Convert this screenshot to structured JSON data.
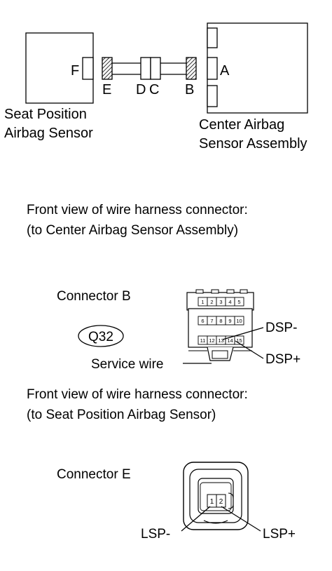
{
  "wiring": {
    "seat_sensor_label": [
      "Seat Position",
      "Airbag Sensor"
    ],
    "center_sensor_label": [
      "Center Airbag",
      "Sensor Assembly"
    ],
    "connector_letters": {
      "F": "F",
      "E": "E",
      "D": "D",
      "C": "C",
      "B": "B",
      "A": "A"
    }
  },
  "connector_b_section": {
    "caption": [
      "Front view of wire harness connector:",
      "(to Center Airbag Sensor Assembly)"
    ],
    "title": "Connector B",
    "code": "Q32",
    "pins_row1": [
      "1",
      "2",
      "3",
      "4",
      "5"
    ],
    "pins_row2": [
      "6",
      "7",
      "8",
      "9",
      "10"
    ],
    "pins_row3": [
      "11",
      "12",
      "13",
      "14",
      "15"
    ],
    "dsp_minus": "DSP-",
    "dsp_plus": "DSP+",
    "service_wire": "Service wire"
  },
  "connector_e_section": {
    "caption": [
      "Front view of wire harness connector:",
      "(to Seat Position Airbag Sensor)"
    ],
    "title": "Connector E",
    "pins": [
      "1",
      "2"
    ],
    "lsp_minus": "LSP-",
    "lsp_plus": "LSP+"
  }
}
